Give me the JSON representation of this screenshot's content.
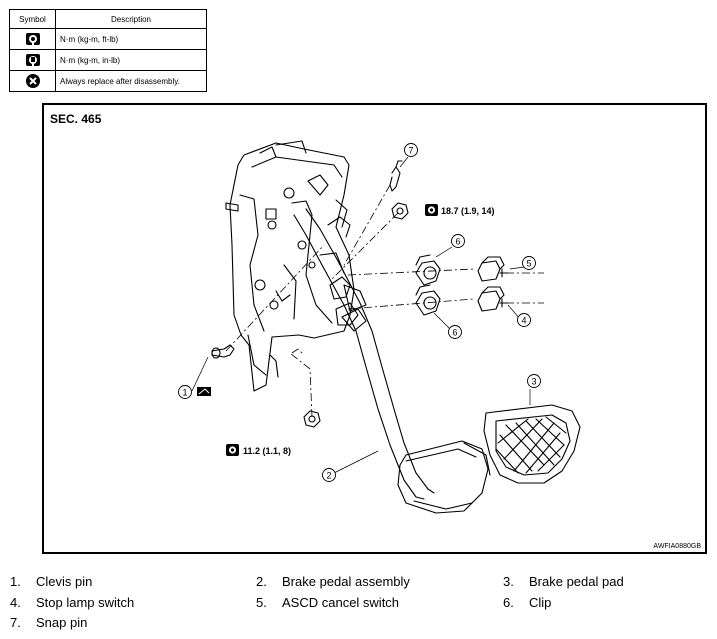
{
  "legend": {
    "headers": {
      "symbol": "Symbol",
      "description": "Description"
    },
    "rows": [
      {
        "icon": "torque-ft-lb-icon",
        "text": "N·m (kg-m, ft-lb)"
      },
      {
        "icon": "torque-in-lb-icon",
        "text": "N·m (kg-m, in-lb)"
      },
      {
        "icon": "always-replace-icon",
        "text": "Always replace after disassembly."
      }
    ]
  },
  "figure": {
    "section": "SEC. 465",
    "code": "AWFIA0880GB",
    "torque_1": "18.7 (1.9, 14)",
    "torque_2": "11.2 (1.1, 8)",
    "callouts": [
      "7",
      "6",
      "5",
      "4",
      "6",
      "3",
      "1",
      "2"
    ]
  },
  "parts": [
    {
      "num": "1.",
      "name": "Clevis pin"
    },
    {
      "num": "2.",
      "name": "Brake pedal assembly"
    },
    {
      "num": "3.",
      "name": "Brake pedal pad"
    },
    {
      "num": "4.",
      "name": "Stop lamp switch"
    },
    {
      "num": "5.",
      "name": "ASCD cancel switch"
    },
    {
      "num": "6.",
      "name": "Clip"
    },
    {
      "num": "7.",
      "name": "Snap pin"
    }
  ]
}
